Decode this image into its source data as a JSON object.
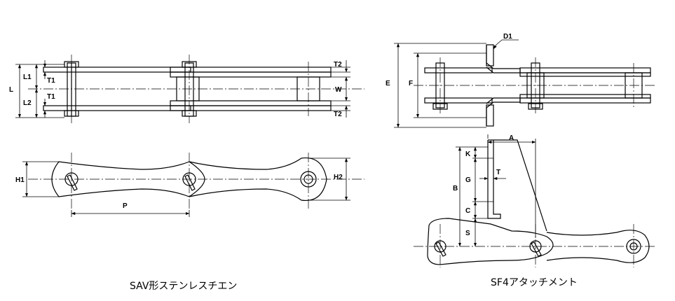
{
  "left_diagram": {
    "caption": "SAV形ステンレスチエン",
    "labels": {
      "L": "L",
      "L1": "L1",
      "L2": "L2",
      "T1_top": "T1",
      "T1_bottom": "T1",
      "T2_top": "T2",
      "T2_bottom": "T2",
      "W": "W",
      "H1": "H1",
      "H2": "H2",
      "P": "P"
    }
  },
  "right_diagram": {
    "caption": "SF4アタッチメント",
    "labels": {
      "D1": "D1",
      "E": "E",
      "F": "F",
      "A": "A",
      "B": "B",
      "K": "K",
      "G": "G",
      "T": "T",
      "C": "C",
      "S": "S"
    }
  }
}
